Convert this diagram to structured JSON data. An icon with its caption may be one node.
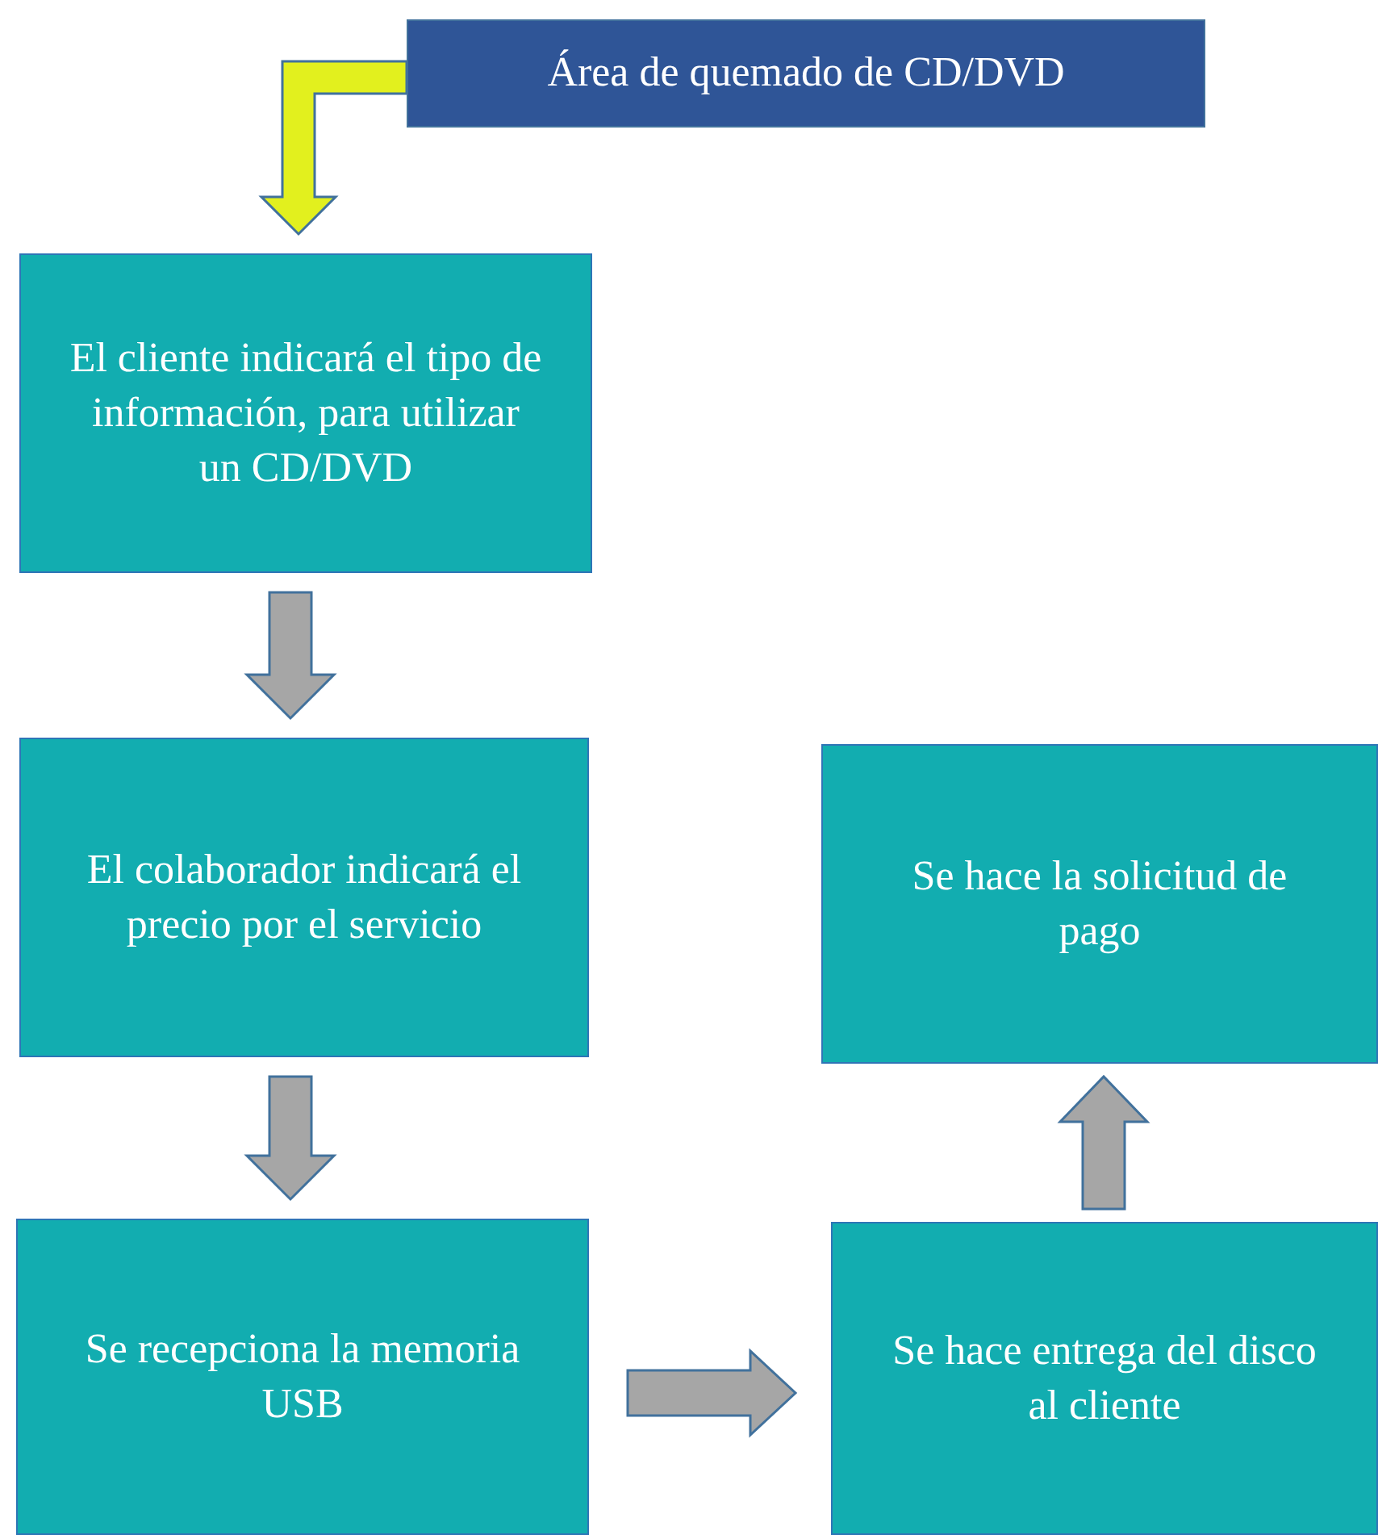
{
  "diagram": {
    "nodes": [
      {
        "text": [
          "Área de quemado de CD/DVD"
        ]
      },
      {
        "text": [
          "El cliente indicará el tipo de información, para utilizar un CD/DVD"
        ]
      },
      {
        "text": [
          "El colaborador indicará el precio por el servicio"
        ]
      },
      {
        "text": [
          "Se recepciona la memoria USB"
        ]
      },
      {
        "text": [
          "Se hace entrega del disco al cliente"
        ]
      },
      {
        "text": [
          "Se hace la solicitud de pago"
        ]
      }
    ],
    "edges": [
      {
        "from": 0,
        "to": 1,
        "arrow": "to",
        "color": "#e2f01e"
      },
      {
        "from": 1,
        "to": 2,
        "arrow": "to"
      },
      {
        "from": 2,
        "to": 3,
        "arrow": "to"
      },
      {
        "from": 3,
        "to": 4,
        "arrow": "to"
      },
      {
        "from": 4,
        "to": 5,
        "arrow": "to"
      }
    ]
  }
}
